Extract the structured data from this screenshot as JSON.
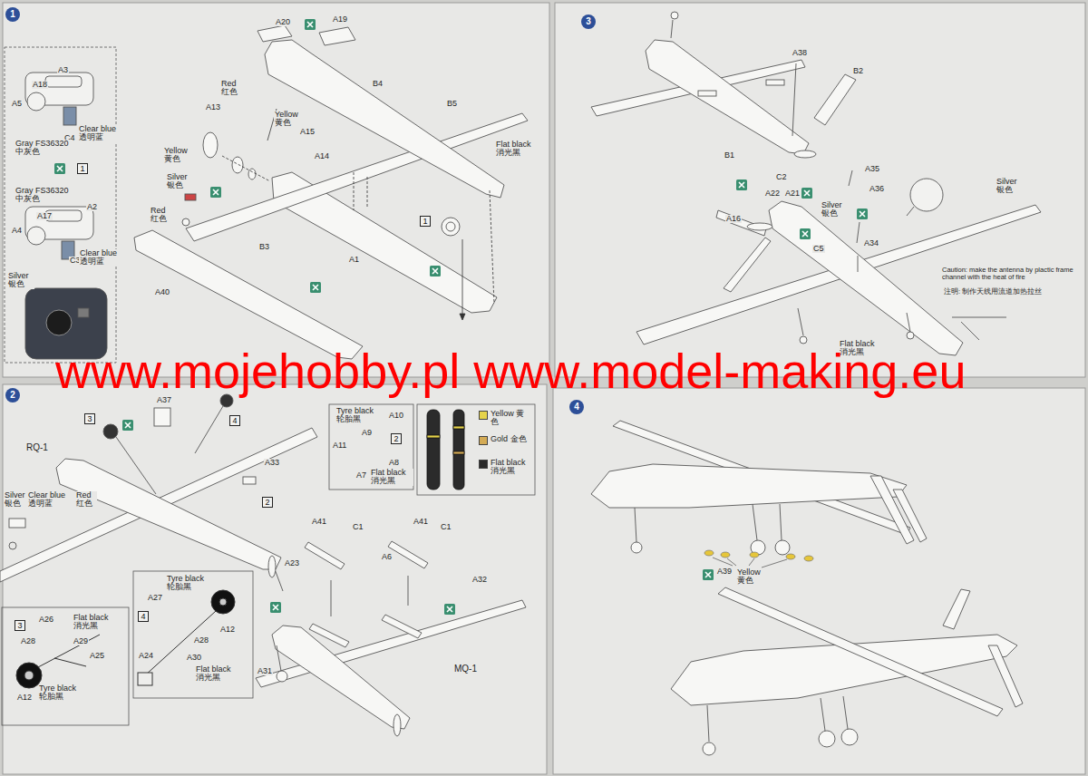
{
  "diagram": {
    "nodes": [
      {
        "text": [
          "1"
        ]
      },
      {
        "text": [
          "1"
        ]
      },
      {
        "text": [
          "1"
        ]
      },
      {
        "text": [
          "3"
        ]
      },
      {
        "text": [
          "2"
        ]
      },
      {
        "text": [
          "3"
        ]
      },
      {
        "text": [
          "4"
        ]
      },
      {
        "text": [
          "2"
        ]
      },
      {
        "text": [
          "2"
        ]
      },
      {
        "text": [
          "3"
        ]
      },
      {
        "text": [
          "4"
        ]
      },
      {
        "text": [
          "4"
        ]
      }
    ],
    "labels": [
      "A20",
      "A19",
      "Red 红色",
      "B4",
      "B5",
      "A13",
      "Yellow 黄色",
      "A15",
      "Yellow 黄色",
      "A14",
      "Silver 银色",
      "Flat black 消光黑",
      "Red 红色",
      "B3",
      "A1",
      "A40",
      "A3",
      "A18",
      "A5",
      "C4",
      "Clear blue 透明蓝",
      "Gray FS36320 中灰色",
      "Gray FS36320 中灰色",
      "A2",
      "A17",
      "A4",
      "C3",
      "Clear blue 透明蓝",
      "Silver 银色",
      "A38",
      "B2",
      "B1",
      "A35",
      "Silver 银色",
      "C2",
      "A22",
      "A21",
      "A36",
      "Silver 银色",
      "A16",
      "C5",
      "A34",
      "Caution: make the antenna by plactic frame channel with the heat of fire",
      "注明: 制作天线用流道加热拉丝",
      "Flat black 消光黑",
      "www.mojehobby.pl www.model-making.eu",
      "RQ-1",
      "A37",
      "A33",
      "Silver 银色",
      "Clear blue 透明蓝",
      "Red 红色",
      "Tyre black 轮胎黑",
      "A10",
      "A9",
      "A11",
      "A8",
      "A7",
      "Flat black 消光黑",
      "A41",
      "C1",
      "A41",
      "C1",
      "A23",
      "A6",
      "A32",
      "MQ-1",
      "A31",
      "A26",
      "Flat black 消光黑",
      "A28",
      "A29",
      "A25",
      "A12",
      "Tyre black 轮胎黑",
      "Tyre black 轮胎黑",
      "A27",
      "A12",
      "A28",
      "A24",
      "A30",
      "Flat black 消光黑",
      "A39",
      "Yellow 黄色"
    ],
    "legend": [
      {
        "text": "Yellow 黄色",
        "color": "#e6d34a"
      },
      {
        "text": "Gold 金色",
        "color": "#d4ab55"
      },
      {
        "text": "Flat black 消光黑",
        "color": "#2a2a2a"
      }
    ]
  }
}
